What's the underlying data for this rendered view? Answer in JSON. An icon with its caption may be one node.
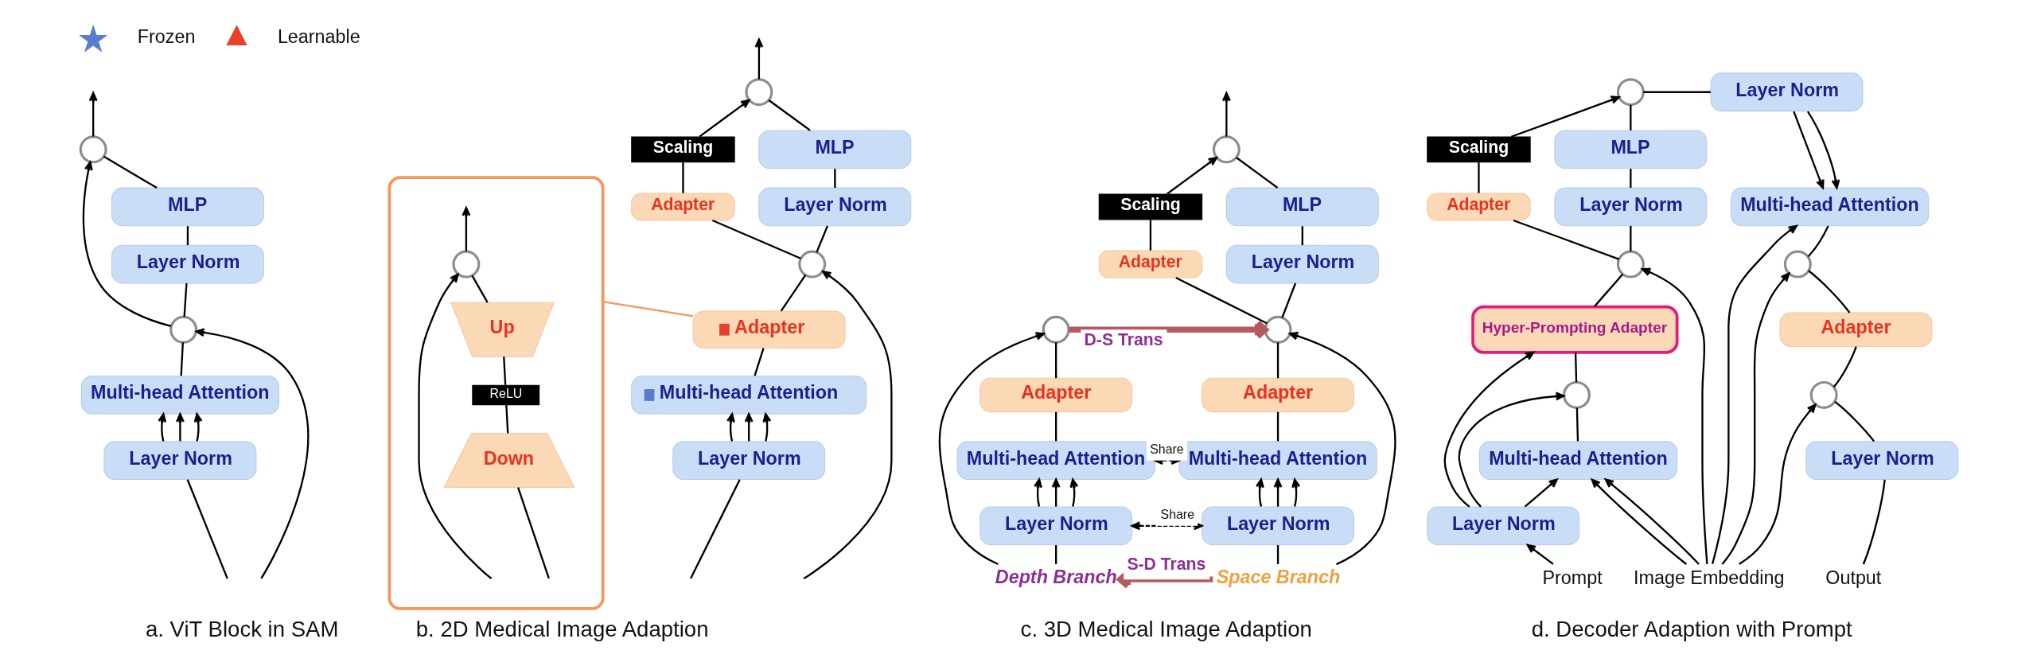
{
  "diagram": {
    "nodes": [
      {
        "text": [],
        "shape": "circle"
      },
      {
        "text": [
          "MLP"
        ]
      },
      {
        "text": [
          "Layer Norm"
        ]
      },
      {
        "text": [],
        "shape": "circle"
      },
      {
        "text": [
          "Multi-head Attention"
        ]
      },
      {
        "text": [
          "Layer Norm"
        ]
      },
      {
        "text": [],
        "shape": "circle"
      },
      {
        "text": [
          "Scaling"
        ]
      },
      {
        "text": [
          "MLP"
        ]
      },
      {
        "text": [
          "Adapter"
        ]
      },
      {
        "text": [
          "Layer Norm"
        ]
      },
      {
        "text": [],
        "shape": "circle"
      },
      {
        "text": [],
        "shape": "box"
      },
      {
        "text": [],
        "shape": "circle",
        "in": 12
      },
      {
        "text": [
          "Up"
        ],
        "in": 12
      },
      {
        "text": [
          "ReLU"
        ],
        "in": 12
      },
      {
        "text": [
          "Down"
        ],
        "in": 12
      },
      {
        "text": [
          "Adapter"
        ]
      },
      {
        "text": [
          "Multi-head Attention"
        ]
      },
      {
        "text": [
          "Layer Norm"
        ]
      },
      {
        "text": [],
        "shape": "circle"
      },
      {
        "text": [
          "Scaling"
        ]
      },
      {
        "text": [
          "MLP"
        ]
      },
      {
        "text": [
          "Adapter"
        ]
      },
      {
        "text": [
          "Layer Norm"
        ]
      },
      {
        "text": [],
        "shape": "circle"
      },
      {
        "text": [],
        "shape": "circle"
      },
      {
        "text": [
          "Adapter"
        ]
      },
      {
        "text": [
          "Adapter"
        ]
      },
      {
        "text": [
          "Multi-head Attention"
        ]
      },
      {
        "text": [
          "Multi-head Attention"
        ]
      },
      {
        "text": [
          "Layer Norm"
        ]
      },
      {
        "text": [
          "Layer Norm"
        ]
      },
      {
        "text": [
          "Depth Branch"
        ]
      },
      {
        "text": [
          "Space Branch"
        ]
      },
      {
        "text": [],
        "shape": "circle"
      },
      {
        "text": [
          "Layer Norm"
        ]
      },
      {
        "text": [
          "Scaling"
        ]
      },
      {
        "text": [
          "MLP"
        ]
      },
      {
        "text": [
          "Multi-head Attention"
        ]
      },
      {
        "text": [
          "Adapter"
        ]
      },
      {
        "text": [
          "Layer Norm"
        ]
      },
      {
        "text": [],
        "shape": "circle"
      },
      {
        "text": [],
        "shape": "circle"
      },
      {
        "text": [
          "Hyper-Prompting Adapter"
        ]
      },
      {
        "text": [
          "Adapter"
        ]
      },
      {
        "text": [],
        "shape": "circle"
      },
      {
        "text": [],
        "shape": "circle"
      },
      {
        "text": [
          "Multi-head Attention"
        ]
      },
      {
        "text": [
          "Layer Norm"
        ]
      },
      {
        "text": [
          "Output"
        ]
      },
      {
        "text": [
          "Layer Norm"
        ]
      },
      {
        "text": [
          "Prompt"
        ]
      },
      {
        "text": [
          "Image Embedding"
        ]
      }
    ],
    "edges": [
      {
        "from": null,
        "to": 5,
        "arrow": "none"
      },
      {
        "from": 5,
        "to": 4,
        "arrow": "to"
      },
      {
        "from": 5,
        "to": 4,
        "arrow": "to"
      },
      {
        "from": 5,
        "to": 4,
        "arrow": "to"
      },
      {
        "from": null,
        "to": 3,
        "arrow": "to"
      },
      {
        "from": 4,
        "to": 3,
        "arrow": "none"
      },
      {
        "from": 3,
        "to": 2,
        "arrow": "none"
      },
      {
        "from": 2,
        "to": 1,
        "arrow": "none"
      },
      {
        "from": 1,
        "to": 0,
        "arrow": "none"
      },
      {
        "from": 3,
        "to": 0,
        "arrow": "to"
      },
      {
        "from": 0,
        "to": null,
        "arrow": "to"
      },
      {
        "from": null,
        "to": 19,
        "arrow": "none"
      },
      {
        "from": 19,
        "to": 18,
        "arrow": "to"
      },
      {
        "from": 19,
        "to": 18,
        "arrow": "to"
      },
      {
        "from": 19,
        "to": 18,
        "arrow": "to"
      },
      {
        "from": 18,
        "to": 17,
        "arrow": "none"
      },
      {
        "from": 17,
        "to": 11,
        "arrow": "none"
      },
      {
        "from": null,
        "to": 11,
        "arrow": "to"
      },
      {
        "from": 11,
        "to": 10,
        "arrow": "none"
      },
      {
        "from": 10,
        "to": 8,
        "arrow": "none"
      },
      {
        "from": 8,
        "to": 6,
        "arrow": "none"
      },
      {
        "from": 11,
        "to": 9,
        "arrow": "none"
      },
      {
        "from": 9,
        "to": 7,
        "arrow": "none"
      },
      {
        "from": 7,
        "to": 6,
        "arrow": "to"
      },
      {
        "from": 6,
        "to": null,
        "arrow": "to"
      },
      {
        "from": 12,
        "to": 17,
        "arrow": "none",
        "color": "#f4965a"
      },
      {
        "from": null,
        "to": 16,
        "arrow": "none"
      },
      {
        "from": 16,
        "to": 15,
        "arrow": "none"
      },
      {
        "from": 15,
        "to": 14,
        "arrow": "none"
      },
      {
        "from": 14,
        "to": 13,
        "arrow": "none"
      },
      {
        "from": null,
        "to": 13,
        "arrow": "to"
      },
      {
        "from": 13,
        "to": null,
        "arrow": "to"
      },
      {
        "from": 33,
        "to": 31,
        "arrow": "none"
      },
      {
        "from": 31,
        "to": 29,
        "arrow": "to"
      },
      {
        "from": 31,
        "to": 29,
        "arrow": "to"
      },
      {
        "from": 31,
        "to": 29,
        "arrow": "to"
      },
      {
        "from": 29,
        "to": 27,
        "arrow": "none"
      },
      {
        "from": 27,
        "to": 25,
        "arrow": "none"
      },
      {
        "from": 33,
        "to": 25,
        "arrow": "to"
      },
      {
        "from": 34,
        "to": 32,
        "arrow": "none"
      },
      {
        "from": 32,
        "to": 30,
        "arrow": "to"
      },
      {
        "from": 32,
        "to": 30,
        "arrow": "to"
      },
      {
        "from": 32,
        "to": 30,
        "arrow": "to"
      },
      {
        "from": 30,
        "to": 28,
        "arrow": "none"
      },
      {
        "from": 28,
        "to": 26,
        "arrow": "none"
      },
      {
        "from": 34,
        "to": 26,
        "arrow": "to"
      },
      {
        "from": 25,
        "to": 26,
        "arrow": "to",
        "label": "D-S Trans",
        "style": "thick",
        "color": "#b65a62"
      },
      {
        "from": 34,
        "to": 33,
        "arrow": "to",
        "label": "S-D Trans",
        "style": "thick",
        "color": "#b65a62"
      },
      {
        "from": 29,
        "to": 30,
        "arrow": "both",
        "label": "Share",
        "style": "dashed"
      },
      {
        "from": 31,
        "to": 32,
        "arrow": "both",
        "label": "Share",
        "style": "dashed"
      },
      {
        "from": 26,
        "to": 24,
        "arrow": "none"
      },
      {
        "from": 24,
        "to": 22,
        "arrow": "none"
      },
      {
        "from": 22,
        "to": 20,
        "arrow": "none"
      },
      {
        "from": 26,
        "to": 23,
        "arrow": "none"
      },
      {
        "from": 23,
        "to": 21,
        "arrow": "none"
      },
      {
        "from": 21,
        "to": 20,
        "arrow": "to"
      },
      {
        "from": 20,
        "to": null,
        "arrow": "to"
      },
      {
        "from": 52,
        "to": 51,
        "arrow": "to"
      },
      {
        "from": 51,
        "to": 48,
        "arrow": "to"
      },
      {
        "from": 51,
        "to": 44,
        "arrow": "to"
      },
      {
        "from": 51,
        "to": 46,
        "arrow": "to"
      },
      {
        "from": 53,
        "to": 48,
        "arrow": "to"
      },
      {
        "from": 53,
        "to": 48,
        "arrow": "to"
      },
      {
        "from": 53,
        "to": 39,
        "arrow": "to"
      },
      {
        "from": 53,
        "to": 42,
        "arrow": "to"
      },
      {
        "from": 53,
        "to": 43,
        "arrow": "to"
      },
      {
        "from": 53,
        "to": 47,
        "arrow": "to"
      },
      {
        "from": 48,
        "to": 46,
        "arrow": "none"
      },
      {
        "from": 46,
        "to": 44,
        "arrow": "none"
      },
      {
        "from": 44,
        "to": 42,
        "arrow": "none"
      },
      {
        "from": 42,
        "to": 41,
        "arrow": "none"
      },
      {
        "from": 41,
        "to": 38,
        "arrow": "none"
      },
      {
        "from": 38,
        "to": 35,
        "arrow": "none"
      },
      {
        "from": 42,
        "to": 40,
        "arrow": "none"
      },
      {
        "from": 40,
        "to": 37,
        "arrow": "none"
      },
      {
        "from": 37,
        "to": 35,
        "arrow": "to"
      },
      {
        "from": 35,
        "to": 36,
        "arrow": "none"
      },
      {
        "from": 36,
        "to": 39,
        "arrow": "to"
      },
      {
        "from": 36,
        "to": 39,
        "arrow": "to"
      },
      {
        "from": 39,
        "to": 43,
        "arrow": "none"
      },
      {
        "from": 43,
        "to": 45,
        "arrow": "none"
      },
      {
        "from": 45,
        "to": 47,
        "arrow": "none"
      },
      {
        "from": 47,
        "to": 49,
        "arrow": "none"
      },
      {
        "from": 49,
        "to": 50,
        "arrow": "none"
      }
    ],
    "labels": [
      "a. ViT Block in SAM",
      "b. 2D Medical Image Adaption",
      "c. 3D Medical Image Adaption",
      "d. Decoder Adaption with Prompt"
    ],
    "legend": [
      {
        "text": "Frozen"
      },
      {
        "text": "Learnable"
      }
    ]
  }
}
